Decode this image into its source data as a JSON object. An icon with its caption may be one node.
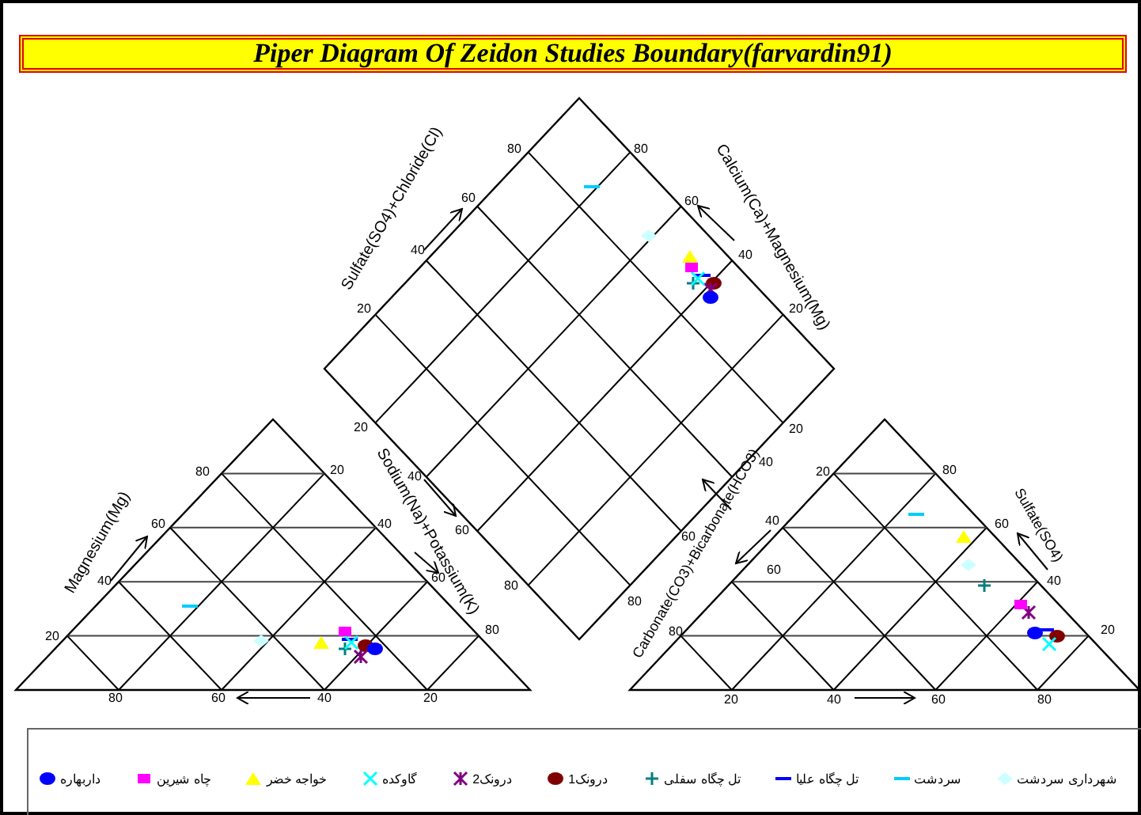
{
  "diagram": {
    "title": "Piper Diagram Of Zeidon Studies Boundary(farvardin91)",
    "labels": [
      "80",
      "80",
      "60",
      "Sulfate(SO4)+Chloride(Cl)",
      "60",
      "Calcium(Ca)+Magnesium(Mg)",
      "40",
      "40",
      "20",
      "20",
      "20",
      "20",
      "80",
      "20",
      "40",
      "40",
      "20",
      "80",
      "Magnesium(Mg)",
      "Sodium(Na)+Potassium(K)",
      "60",
      "40",
      "60",
      "60",
      "40",
      "60",
      "Carbonate(CO3)+Bicarbonate(HCO3)",
      "Sulfate(SO4)",
      "40",
      "60",
      "80",
      "80",
      "60",
      "40",
      "20",
      "80",
      "80",
      "20",
      "80",
      "60",
      "40",
      "20",
      "20",
      "40",
      "60",
      "80"
    ],
    "legend": [
      {
        "text": "شهرداری سردشت"
      },
      {
        "text": "سردشت"
      },
      {
        "text": "تل چگاه علیا"
      },
      {
        "text": "تل چگاه سفلی"
      },
      {
        "text": "درونک1"
      },
      {
        "text": "درونک2"
      },
      {
        "text": "گاوکده"
      },
      {
        "text": "خواجه خضر"
      },
      {
        "text": "چاه شیرین"
      },
      {
        "text": "داربهاره"
      }
    ]
  }
}
